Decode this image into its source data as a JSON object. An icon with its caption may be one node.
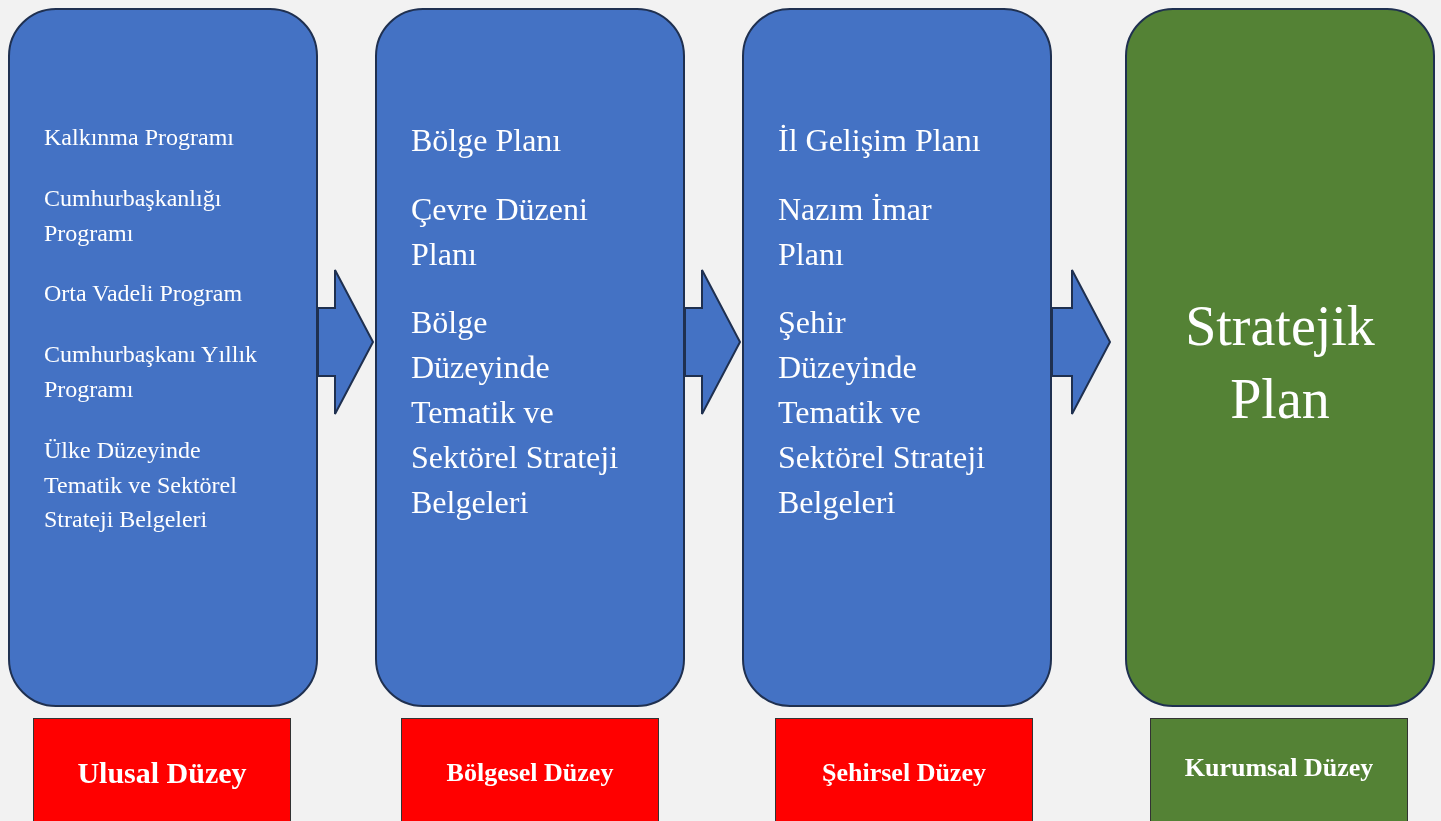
{
  "diagram": {
    "nodes": [
      {
        "text": [
          "Kalkınma Programı",
          "Cumhurbaşkanlığı Programı",
          "Orta Vadeli Program",
          "Cumhurbaşkanı Yıllık Programı",
          "Ülke Düzeyinde Tematik ve Sektörel Strateji Belgeleri"
        ]
      },
      {
        "text": [
          "Bölge Planı",
          "Çevre Düzeni Planı",
          "Bölge Düzeyinde Tematik ve Sektörel Strateji Belgeleri"
        ]
      },
      {
        "text": [
          "İl Gelişim Planı",
          "Nazım İmar Planı",
          "Şehir Düzeyinde Tematik ve Sektörel Strateji Belgeleri"
        ]
      },
      {
        "text": [
          "Stratejik Plan"
        ]
      },
      {
        "text": [
          "Ulusal Düzey"
        ]
      },
      {
        "text": [
          "Bölgesel Düzey"
        ]
      },
      {
        "text": [
          "Şehirsel Düzey"
        ]
      },
      {
        "text": [
          "Kurumsal Düzey"
        ]
      }
    ],
    "edges": [
      {
        "from": 0,
        "to": 1,
        "arrow": "to",
        "style": "thick"
      },
      {
        "from": 1,
        "to": 2,
        "arrow": "to",
        "style": "thick"
      },
      {
        "from": 2,
        "to": 3,
        "arrow": "to",
        "style": "thick"
      }
    ]
  }
}
